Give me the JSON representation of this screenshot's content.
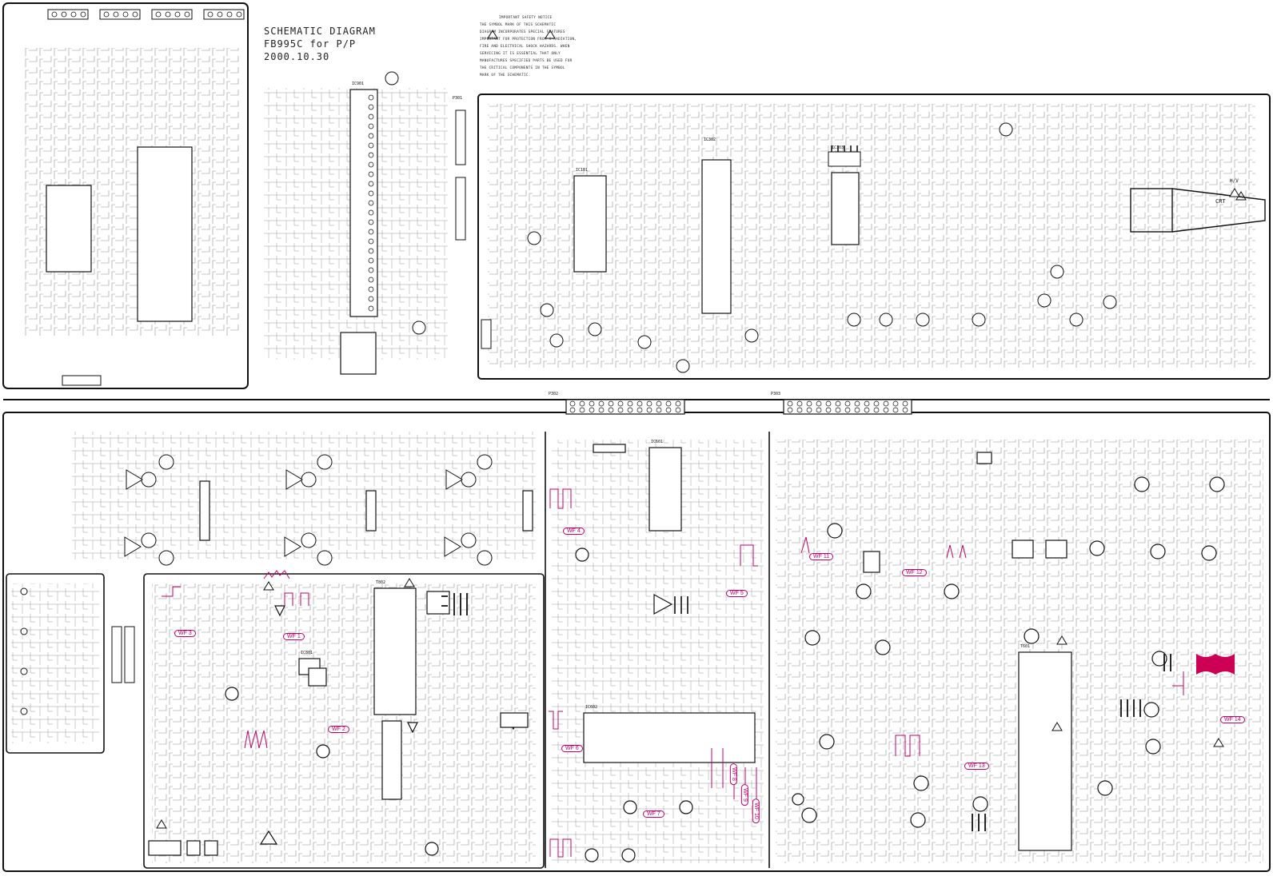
{
  "header": {
    "title_line1": "SCHEMATIC  DIAGRAM",
    "title_line2": "FB995C  for P/P",
    "title_line3": "2000.10.30"
  },
  "safety_notice": {
    "heading": "IMPORTANT  SAFETY  NOTICE",
    "lines": [
      "THE  SYMBOL  MARK OF THIS SCHEMATIC",
      "DIAGRAM  INCORPORATES  SPECIAL  FEATURES",
      "IMPORTANT  FOR PROTECTION  FROM X-RADIATION,",
      "FIRE  AND  ELECTRICAL  SHOCK  HAZARDS. WHEN",
      "SERVICING  IT IS ESSENTIAL  THAT ONLY",
      "MANUFACTURES  SPECIFIED  PARTS BE USED FOR",
      "THE  CRITICAL  COMPONENTS  IN THE  SYMBOL",
      "MARK OF THE SCHEMATIC."
    ]
  },
  "labels": {
    "crt": "CRT",
    "hv": "H/V",
    "connector_p301": "P301",
    "connector_p302": "P302",
    "connector_p303": "P303",
    "ic901": "IC901",
    "ic101": "IC101",
    "ic302": "IC302",
    "ic303": "IC303",
    "fbt": "T601",
    "smps": "T802",
    "ic801": "IC801",
    "ic601": "IC601",
    "ic602": "IC602"
  },
  "waveforms": [
    "WF 1",
    "WF 2",
    "WF 3",
    "WF 4",
    "WF 5",
    "WF 6",
    "WF 7",
    "WF 8",
    "WF 9",
    "WF 10",
    "WF 11",
    "WF 12",
    "WF 13",
    "WF 14"
  ],
  "colors": {
    "ink": "#1a1a1a",
    "waveform": "#c0006a",
    "waveform_fill": "#cc0055",
    "paper": "#ffffff"
  }
}
